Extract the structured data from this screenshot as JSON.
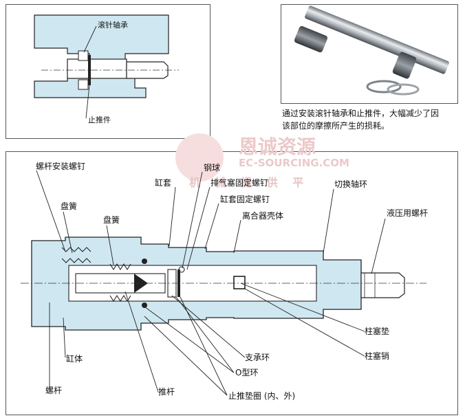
{
  "top_left": {
    "label_needle_bearing": "滚针轴承",
    "label_stopper": "止推件"
  },
  "top_right": {
    "caption_line1": "通过安装滚针轴承和止推件，大幅减少了因",
    "caption_line2": "该部位的摩擦所产生的损耗。"
  },
  "watermark": {
    "brand_cn": "恩诚资源",
    "brand_en": "EC-SOURCING.COM",
    "sub": "机 械 提 供 平"
  },
  "main": {
    "labels": {
      "screw_mount_bolt": "螺杆安装螺钉",
      "disc_spring_1": "盘簧",
      "disc_spring_2": "盘簧",
      "cylinder_sleeve": "缸套",
      "steel_ball": "钢球",
      "vent_plug_screw": "排气塞固定螺钉",
      "sleeve_fix_screw": "缸套固定螺钉",
      "clutch_housing": "离合器壳体",
      "switch_ring": "切换轴环",
      "hydraulic_screw": "液压用螺杆",
      "piston_pad": "柱塞垫",
      "piston_pin": "柱塞销",
      "support_ring": "支承环",
      "o_ring": "O型环",
      "thrust_washer": "止推垫圈 (内、外)",
      "cylinder_body": "缸体",
      "screw_rod": "螺杆",
      "push_rod": "推杆"
    }
  }
}
